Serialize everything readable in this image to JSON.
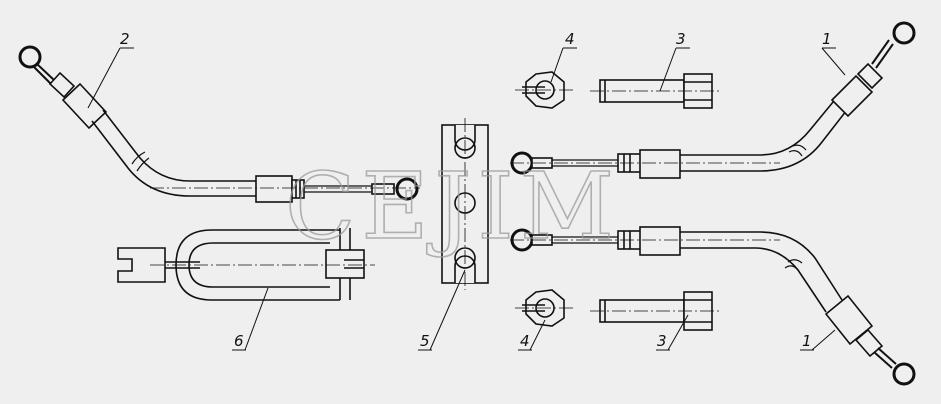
{
  "watermark": "CEJIM",
  "callouts": {
    "c1_top": "1",
    "c1_bottom": "1",
    "c2": "2",
    "c3_top": "3",
    "c3_bottom": "3",
    "c4_top": "4",
    "c4_bottom": "4",
    "c5": "5",
    "c6": "6"
  },
  "colors": {
    "line": "#111111",
    "background": "#efefef",
    "watermark": "#9a9a9a"
  }
}
